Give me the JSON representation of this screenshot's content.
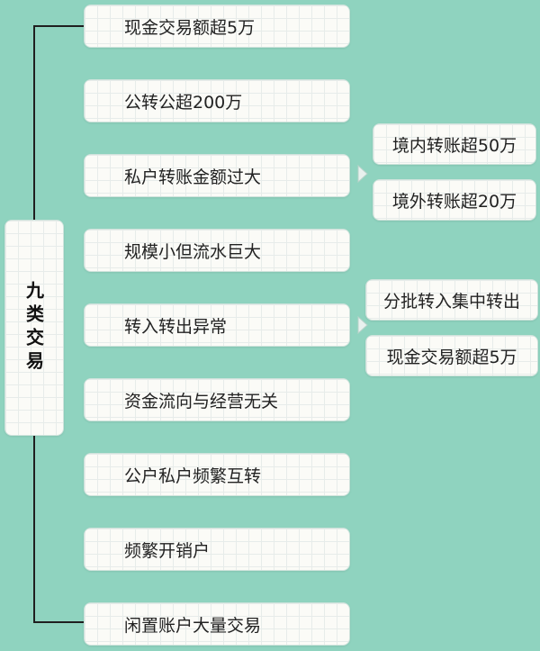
{
  "root": {
    "label": "九类交易"
  },
  "items": [
    {
      "label": "现金交易额超5万"
    },
    {
      "label": "公转公超200万"
    },
    {
      "label": "私户转账金额过大",
      "children": [
        {
          "label": "境内转账超50万"
        },
        {
          "label": "境外转账超20万"
        }
      ]
    },
    {
      "label": "规模小但流水巨大"
    },
    {
      "label": "转入转出异常",
      "children": [
        {
          "label": "分批转入集中转出"
        },
        {
          "label": "现金交易额超5万"
        }
      ]
    },
    {
      "label": "资金流向与经营无关"
    },
    {
      "label": "公户私户频繁互转"
    },
    {
      "label": "频繁开销户"
    },
    {
      "label": "闲置账户大量交易"
    }
  ]
}
